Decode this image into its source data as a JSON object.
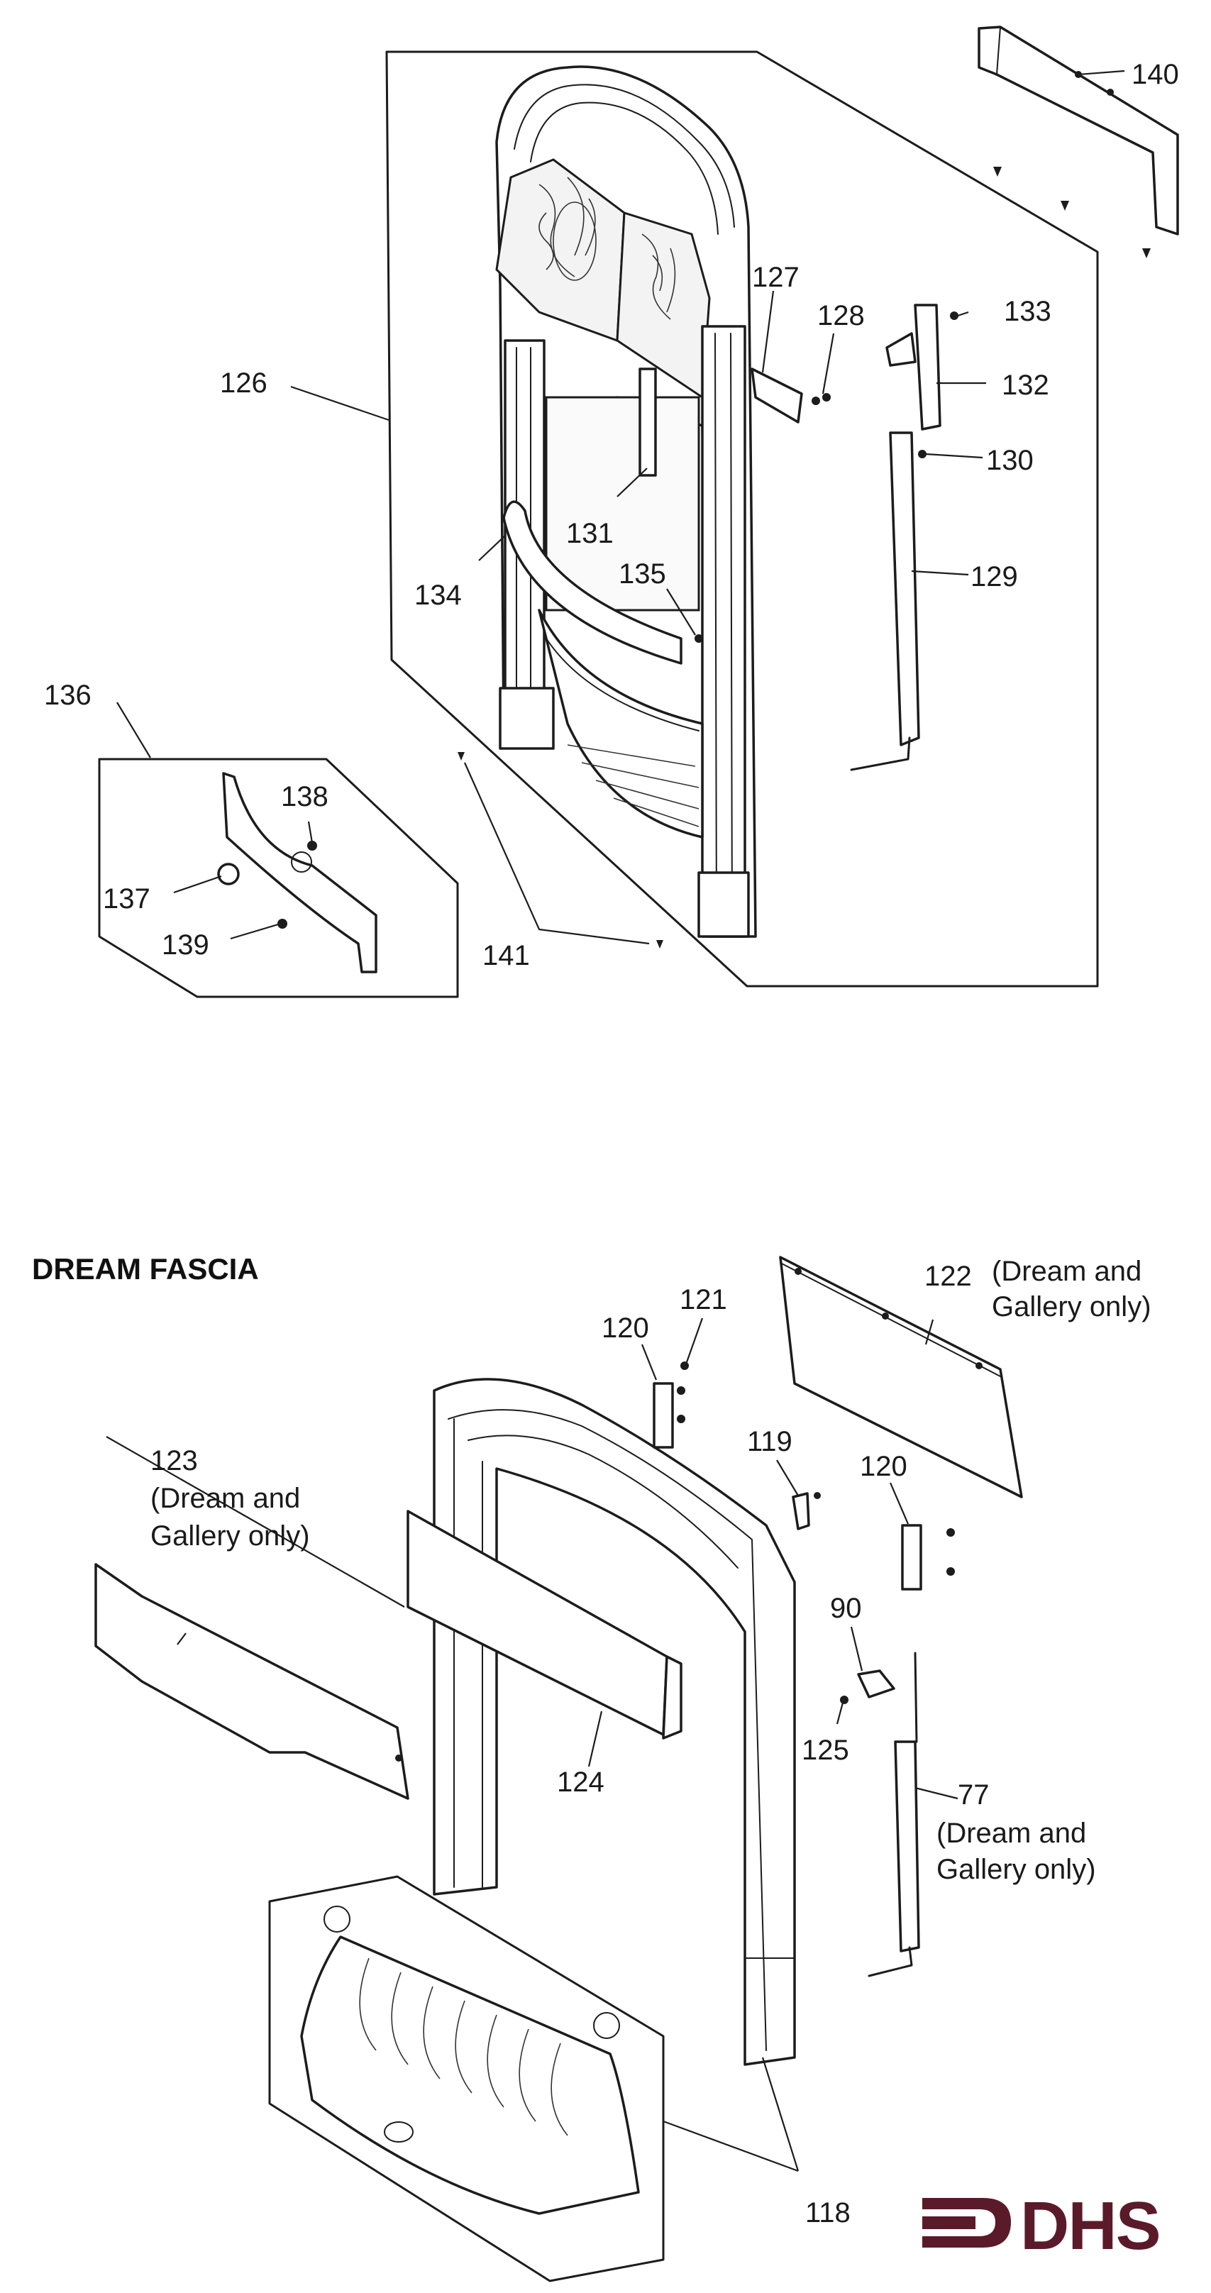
{
  "section_heading": "DREAM FASCIA",
  "brand": {
    "logo_text": "DHS",
    "color": "#5a1a2a"
  },
  "upper_callouts": {
    "p126": "126",
    "p127": "127",
    "p128": "128",
    "p129": "129",
    "p130": "130",
    "p131": "131",
    "p132": "132",
    "p133": "133",
    "p134": "134",
    "p135": "135",
    "p136": "136",
    "p137": "137",
    "p138": "138",
    "p139": "139",
    "p140": "140",
    "p141": "141"
  },
  "lower_callouts": {
    "p77": "77",
    "p77_note_1": "(Dream and",
    "p77_note_2": "Gallery only)",
    "p90": "90",
    "p118": "118",
    "p119": "119",
    "p120a": "120",
    "p120b": "120",
    "p121": "121",
    "p122": "122",
    "p122_note_1": "(Dream and",
    "p122_note_2": "Gallery only)",
    "p123": "123",
    "p123_note_1": "(Dream and",
    "p123_note_2": "Gallery only)",
    "p124": "124",
    "p125": "125"
  }
}
